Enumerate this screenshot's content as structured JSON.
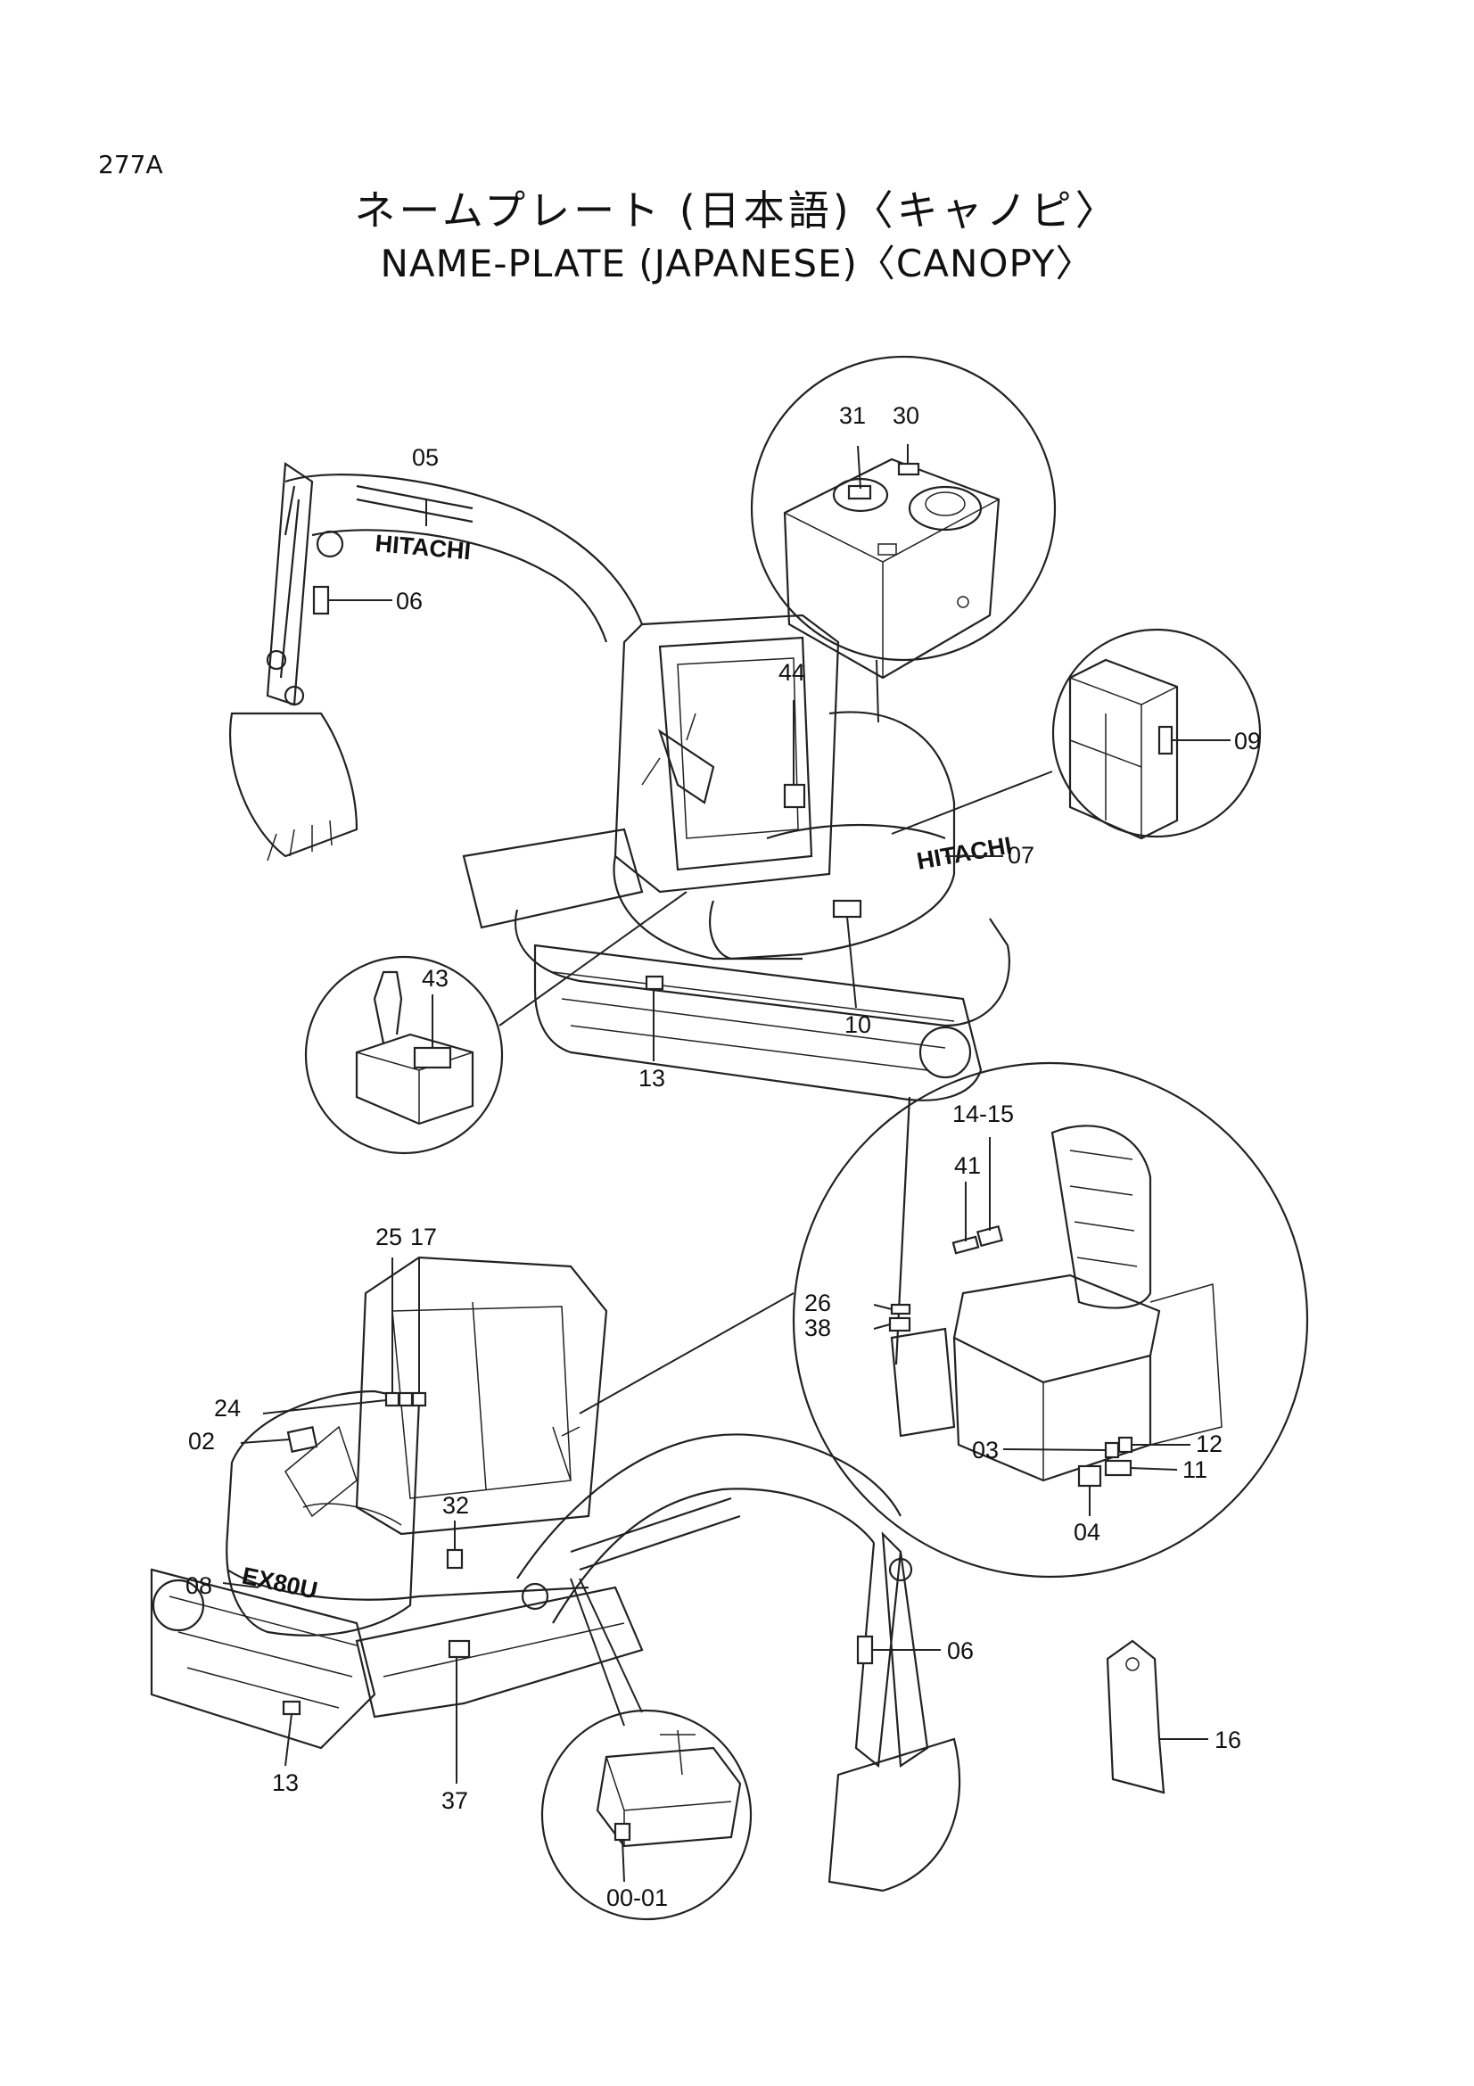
{
  "page": {
    "code": "277A"
  },
  "title": {
    "japanese": "ネームプレート (日本語)〈キャノピ〉",
    "english": "NAME-PLATE (JAPANESE)〈CANOPY〉"
  },
  "brand": {
    "hitachi": "HITACHI",
    "model": "EX80U"
  },
  "callouts": {
    "c31": "31",
    "c30": "30",
    "c05": "05",
    "c06a": "06",
    "c44": "44",
    "c09": "09",
    "c07": "07",
    "c43": "43",
    "c10": "10",
    "c13a": "13",
    "c14_15": "14-15",
    "c41": "41",
    "c25": "25",
    "c17": "17",
    "c26": "26",
    "c38": "38",
    "c24": "24",
    "c02": "02",
    "c03": "03",
    "c12": "12",
    "c11": "11",
    "c04": "04",
    "c32": "32",
    "c08": "08",
    "c06b": "06",
    "c16": "16",
    "c13b": "13",
    "c37": "37",
    "c00_01": "00-01"
  }
}
